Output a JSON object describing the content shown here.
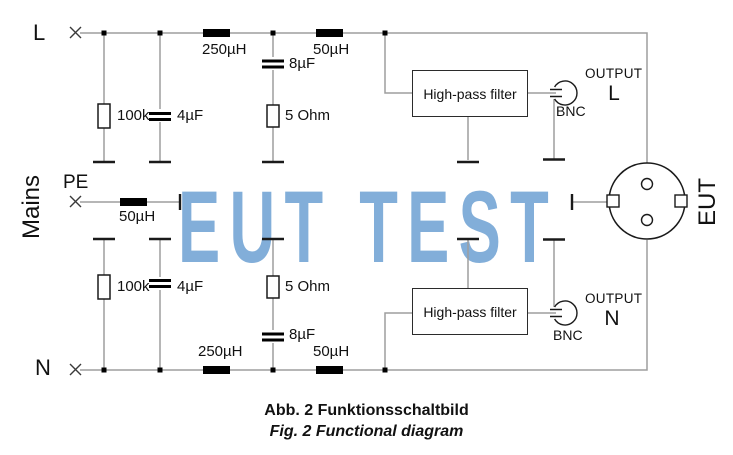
{
  "schematic": {
    "mains_label": "Mains",
    "eut_label": "EUT",
    "line_l": "L",
    "line_pe": "PE",
    "line_n": "N",
    "values": {
      "r_100k": "100k",
      "c_4uf": "4µF",
      "l_250uh": "250µH",
      "l_50uh": "50µH",
      "c_8uf": "8µF",
      "r_5ohm": "5 Ohm"
    },
    "filter_label": "High-pass filter",
    "output_label": "OUTPUT",
    "output_l": "L",
    "output_n": "N",
    "bnc_label": "BNC",
    "colors": {
      "wire": "#9e9e9e",
      "component": "#1a1a1a",
      "watermark": "#82AED9"
    }
  },
  "watermark": {
    "text": "EUT TEST"
  },
  "caption": {
    "line1": "Abb. 2 Funktionsschaltbild",
    "line2": "Fig. 2 Functional diagram"
  }
}
